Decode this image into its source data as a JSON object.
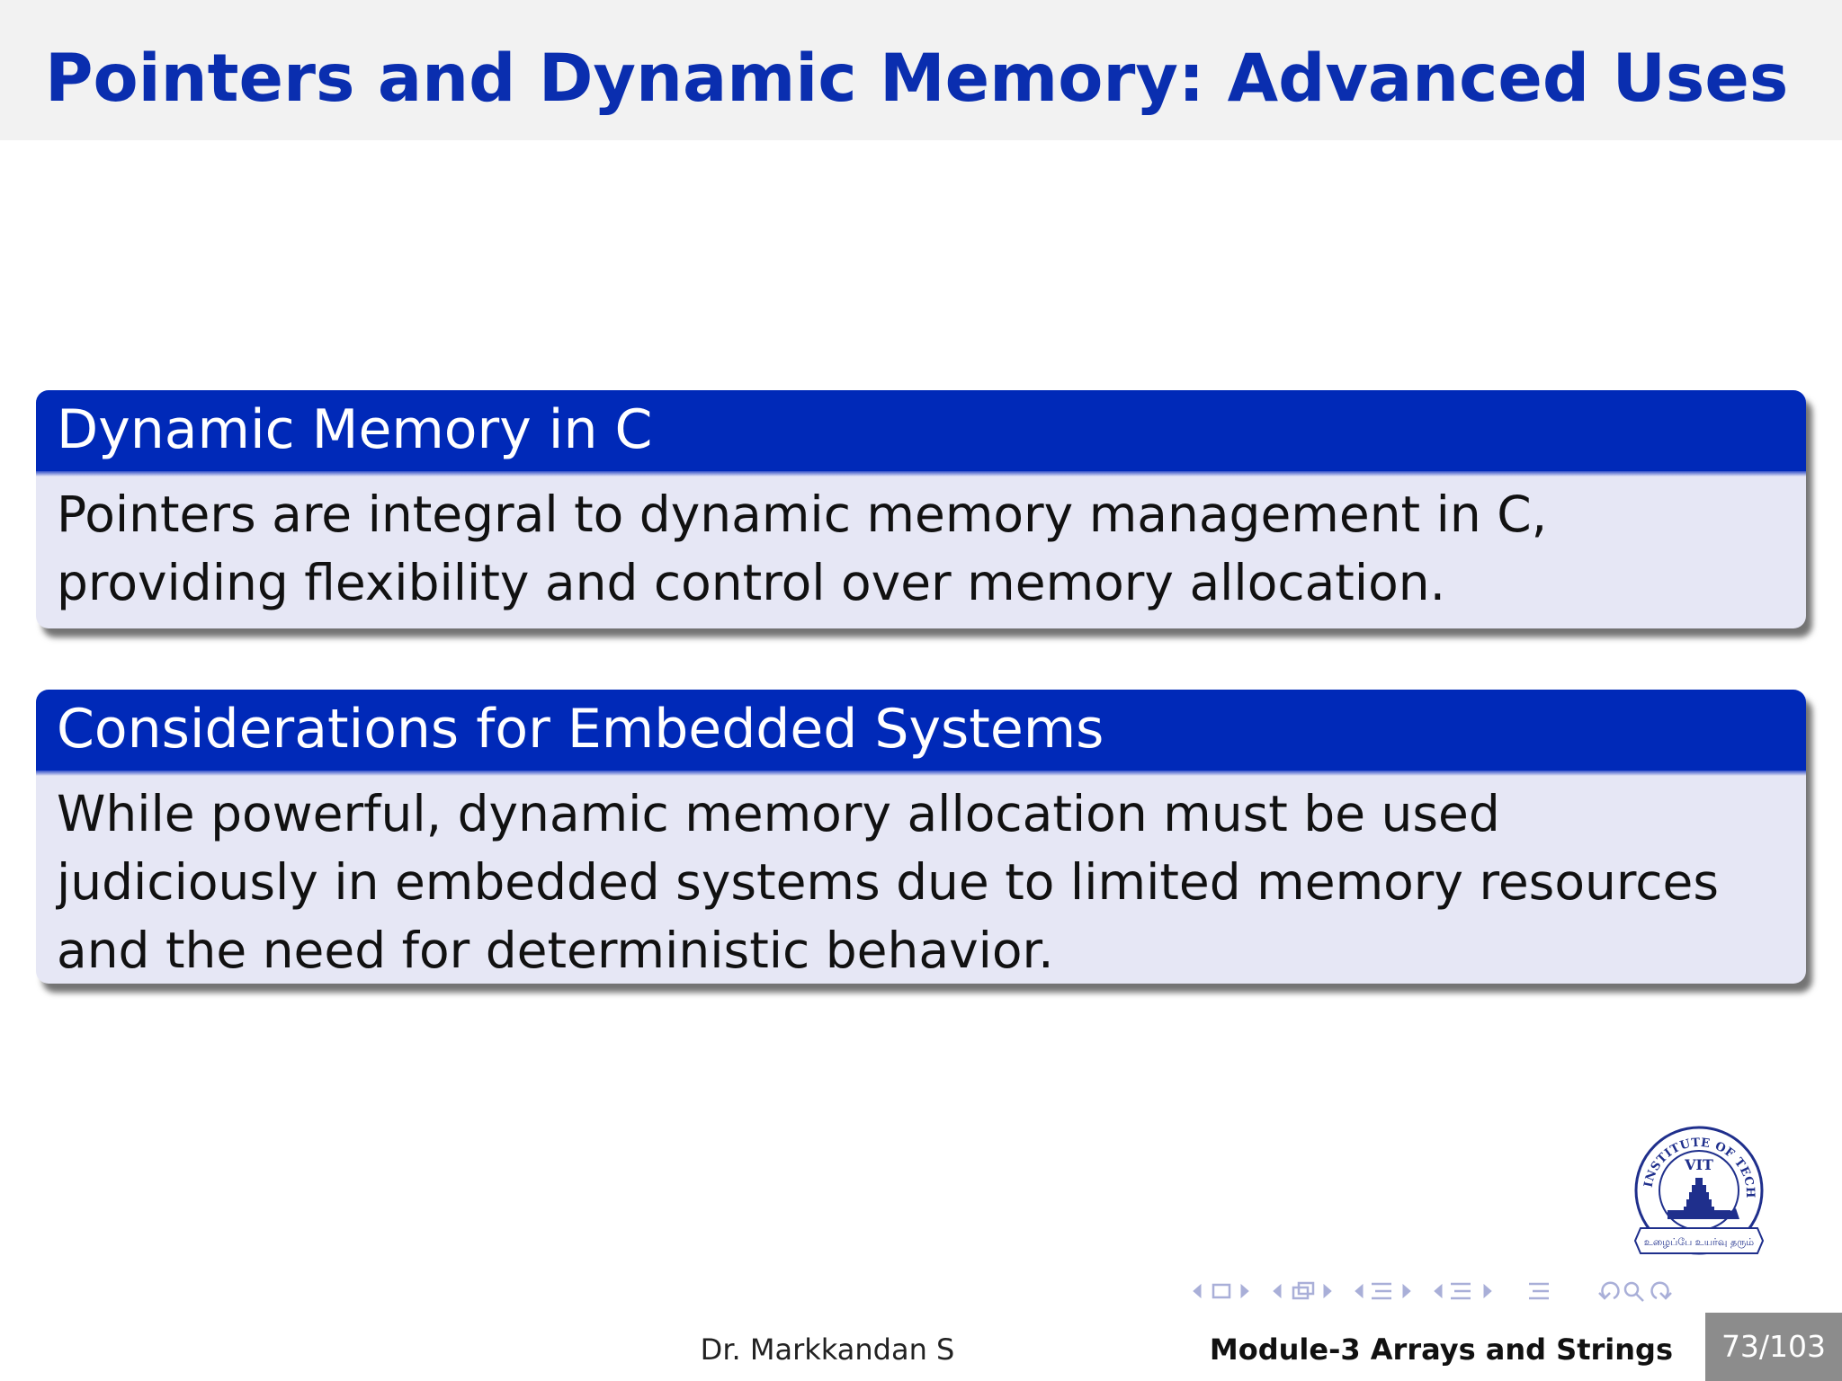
{
  "slide": {
    "title": "Pointers and Dynamic Memory: Advanced Uses"
  },
  "blocks": [
    {
      "heading": "Dynamic Memory in C",
      "body": "Pointers are integral to dynamic memory management in C, providing flexibility and control over memory allocation."
    },
    {
      "heading": "Considerations for Embedded Systems",
      "body": "While powerful, dynamic memory allocation must be used judiciously in embedded systems due to limited memory resources and the need for deterministic behavior."
    }
  ],
  "logo": {
    "text_top": "VELLORE INSTITUTE OF TECHNOLOGY",
    "text_center": "VIT",
    "text_banner": "உழைப்பே உயர்வு தரும்"
  },
  "footer": {
    "author": "Dr. Markkandan S",
    "module": "Module-3  Arrays and Strings",
    "page": "73/103"
  },
  "colors": {
    "title": "#0a2eaf",
    "block_header": "#0029b8",
    "block_body": "#e6e7f5",
    "title_bar": "#f2f2f2",
    "page_box": "#8c8c8c"
  }
}
